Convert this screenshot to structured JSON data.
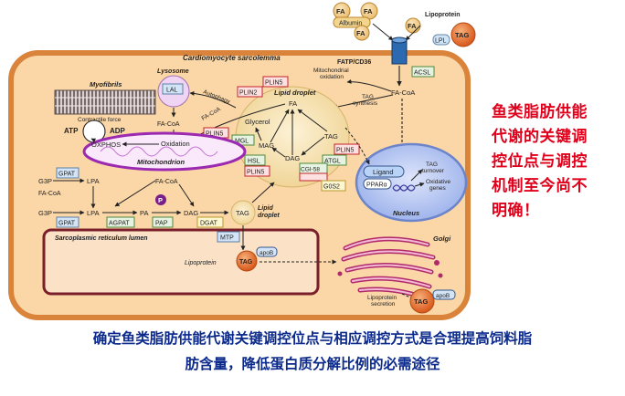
{
  "diagram": {
    "cell_label": "Cardiomyocyte sarcolemma",
    "top": {
      "fa": "FA",
      "albumin": "Albumin",
      "lipoprotein": "Lipoprotein",
      "lpl": "LPL",
      "tag": "TAG",
      "transporter": "FATP/CD36",
      "acsl": "ACSL",
      "mito_oxidation": "Mitochondrial\noxidation",
      "fa_coa": "FA-CoA",
      "tag_synthesis": "TAG\nsynthesis"
    },
    "lysosome": {
      "title": "Lysosome",
      "lal": "LAL",
      "autophagy": "Autophagy"
    },
    "myofibrils": {
      "title": "Myofibrils",
      "force": "Contractile force"
    },
    "mitochondrion": {
      "title": "Mitochondrion",
      "atp": "ATP",
      "adp": "ADP",
      "oxphos": "OXPHOS",
      "oxidation": "Oxidation",
      "fa_coa": "FA-CoA",
      "fa_coa2": "FA-CoA"
    },
    "lipid_droplet": {
      "title": "Lipid droplet",
      "fa": "FA",
      "glycerol": "Glycerol",
      "mag": "MAG",
      "dag": "DAG",
      "tag": "TAG",
      "plin2": "PLIN2",
      "plin5_top": "PLIN5",
      "plin5_left": "PLIN5",
      "plin5_mid": "PLIN5",
      "plin5_right": "PLIN5",
      "mgl": "MGL",
      "hsl": "HSL",
      "atgl": "ATGL",
      "cgi58": "CGI-58",
      "g0s2": "G0S2"
    },
    "synthesis": {
      "g3p1": "G3P",
      "g3p2": "G3P",
      "fa_coa1": "FA-CoA",
      "fa_coa2": "FA-CoA",
      "lpa1": "LPA",
      "lpa2": "LPA",
      "pa": "PA",
      "dag": "DAG",
      "tag": "TAG",
      "p_badge": "P",
      "gpat1": "GPAT",
      "gpat2": "GPAT",
      "agpat": "AGPAT",
      "pap": "PAP",
      "dgat": "DGAT",
      "small_droplet": "Lipid\ndroplet"
    },
    "nucleus": {
      "title": "Nucleus",
      "ligand": "Ligand",
      "ppar": "PPARα",
      "tag_turnover": "TAG\nturnover",
      "oxidative_genes": "Oxidative\ngenes"
    },
    "sr": {
      "title": "Sarcoplasmic reticulum lumen",
      "mtp": "MTP",
      "apob": "apoB",
      "lipoprotein": "Lipoprotein",
      "tag": "TAG"
    },
    "golgi": {
      "title": "Golgi"
    },
    "secretion": {
      "label": "Lipoprotein\nsecretion",
      "tag": "TAG",
      "apob": "apoB"
    }
  },
  "side_note": [
    "鱼类脂肪供能",
    "代谢的关键调",
    "控位点与调控",
    "机制至今尚不",
    "明确！"
  ],
  "caption": {
    "line1": "确定鱼类脂肪供能代谢关键调控位点与相应调控方式是合理提高饲料脂",
    "line2": "肪含量，降低蛋白质分解比例的必需途径"
  },
  "colors": {
    "cell_fill": "#fbd7a8",
    "cell_stroke": "#d9843a",
    "droplet": "#f7e2b2",
    "nucleus": "#b7c7f2",
    "mito_stroke": "#9c2ab0",
    "tag_ball": "#e8732c",
    "note_red": "#e0001b",
    "caption_blue": "#0b2a8c"
  }
}
